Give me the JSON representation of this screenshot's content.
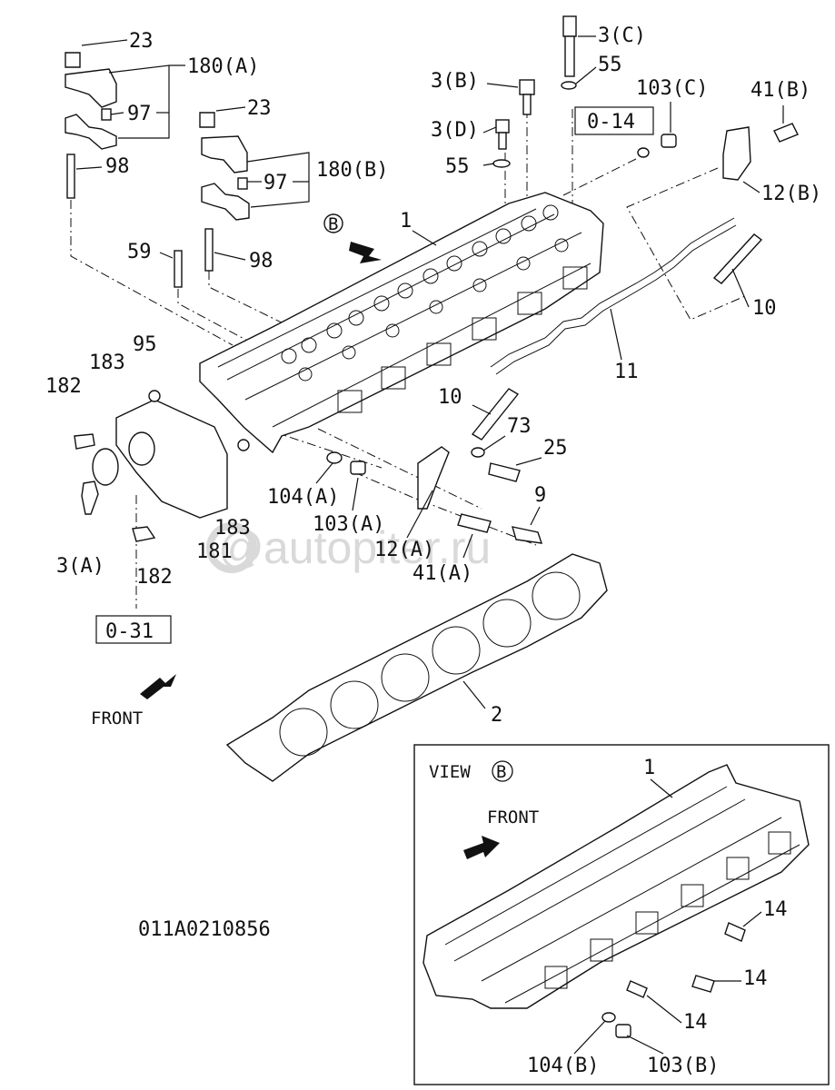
{
  "diagram_code": "011A0210856",
  "watermark": "autopiter.ru",
  "front_label": "FRONT",
  "view_b": {
    "title": "VIEW",
    "marker": "B",
    "front_label": "FRONT"
  },
  "view_marker_main": "B",
  "ref_boxes": {
    "r014": "0-14",
    "r031": "0-31"
  },
  "callouts": {
    "c23a": "23",
    "c180a": "180(A)",
    "c97a": "97",
    "c98a": "98",
    "c23b": "23",
    "c97b": "97",
    "c180b": "180(B)",
    "c98b": "98",
    "c59": "59",
    "c95": "95",
    "c183a": "183",
    "c182a": "182",
    "c3a": "3(A)",
    "c182b": "182",
    "c183b": "183",
    "c181": "181",
    "c3c": "3(C)",
    "c55a": "55",
    "c3b": "3(B)",
    "c103c": "103(C)",
    "c41b": "41(B)",
    "c3d": "3(D)",
    "c55b": "55",
    "c12b": "12(B)",
    "c1": "1",
    "c10a": "10",
    "c11": "11",
    "c10b": "10",
    "c73": "73",
    "c25": "25",
    "c104a": "104(A)",
    "c103a": "103(A)",
    "c9": "9",
    "c12a": "12(A)",
    "c41a": "41(A)",
    "c2": "2",
    "v1": "1",
    "v14a": "14",
    "v14b": "14",
    "v14c": "14",
    "v104b": "104(B)",
    "v103b": "103(B)"
  }
}
